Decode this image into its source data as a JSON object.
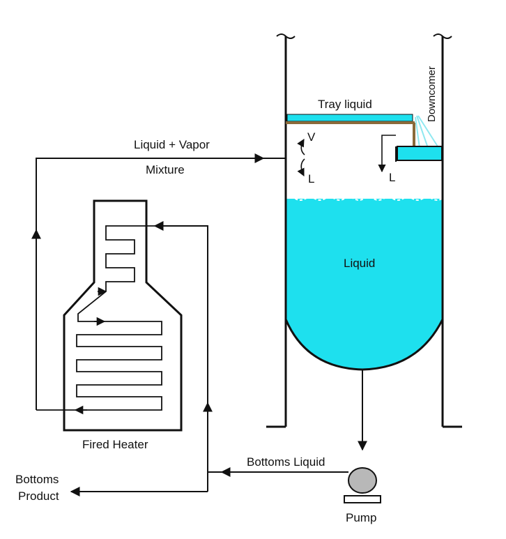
{
  "labels": {
    "tray_liquid": "Tray liquid",
    "downcomer": "Downcomer",
    "feed_line_1": "Liquid + Vapor",
    "feed_line_2": "Mixture",
    "vapor": "V",
    "liquid_flash": "L",
    "liquid_downcomer": "L",
    "sump_liquid": "Liquid",
    "fired_heater": "Fired Heater",
    "bottoms_liquid": "Bottoms Liquid",
    "bottoms_product_1": "Bottoms",
    "bottoms_product_2": "Product",
    "pump": "Pump"
  },
  "colors": {
    "liquid": "#1ee0ee",
    "line": "#111111",
    "tray": "#8a6a3a",
    "pump_body": "#b8b8b8",
    "downcomer_spray": "#8fe8f0"
  }
}
